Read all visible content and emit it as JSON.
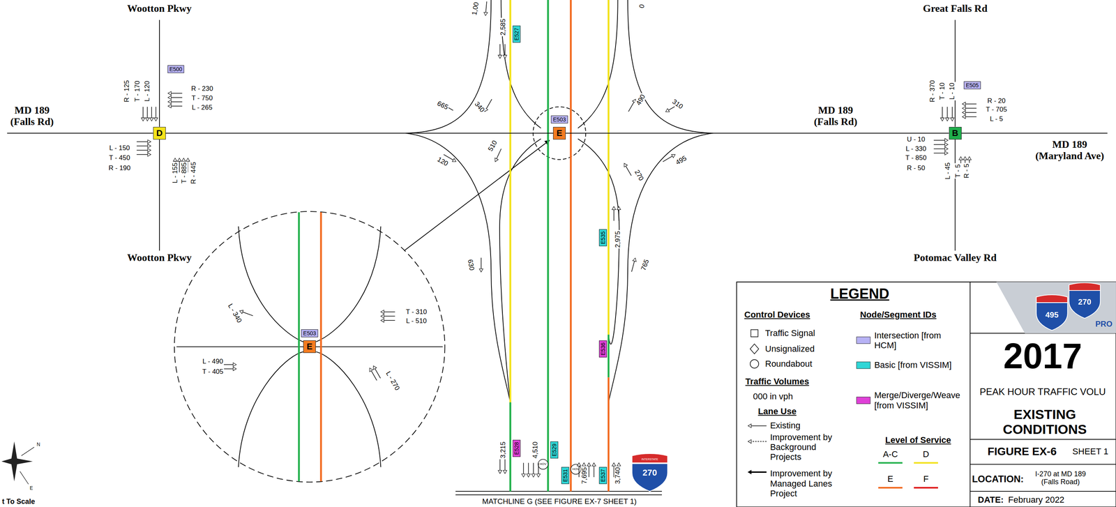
{
  "diagram": {
    "nodes": [
      {
        "text": [
          "D"
        ]
      },
      {
        "text": [
          "E500"
        ]
      },
      {
        "text": [
          "E"
        ]
      },
      {
        "text": [
          "E503"
        ]
      },
      {
        "text": [
          "B"
        ]
      },
      {
        "text": [
          "E505"
        ]
      },
      {
        "text": [
          "E527"
        ]
      },
      {
        "text": [
          "E535"
        ]
      },
      {
        "text": [
          "E536"
        ]
      },
      {
        "text": [
          "E528"
        ]
      },
      {
        "text": [
          "E529"
        ]
      },
      {
        "text": [
          "E531"
        ]
      },
      {
        "text": [
          "E537"
        ]
      },
      {
        "text": [
          "E"
        ]
      },
      {
        "text": [
          "E503"
        ]
      }
    ],
    "edges": [
      {
        "from": 0,
        "to": 2,
        "arrow": "none"
      },
      {
        "from": 2,
        "to": 4,
        "arrow": "none"
      }
    ],
    "labels": [
      "Wootton Pkwy",
      "MD 189 (Falls Rd)",
      "R - 125",
      "T - 170",
      "L - 120",
      "R - 230",
      "T - 750",
      "L - 265",
      "L - 150",
      "T - 450",
      "R - 190",
      "L - 155",
      "T - 885",
      "R - 445",
      "Wootton Pkwy",
      "1,00",
      "2,585",
      "0",
      "665",
      "340",
      "510",
      "120",
      "630",
      "490",
      "310",
      "270",
      "495",
      "2,975",
      "765",
      "3,215",
      "4,510",
      "HOV",
      "HOV",
      "7,695",
      "3,740",
      "L - 340",
      "T - 310",
      "L - 510",
      "L - 490",
      "T - 405",
      "L - 270",
      "Great Falls Rd",
      "MD 189 (Falls Rd)",
      "MD 189 (Maryland Ave)",
      "R - 370",
      "T - 10",
      "L - 10",
      "R - 20",
      "T - 705",
      "L - 5",
      "U - 10",
      "L - 330",
      "T - 850",
      "R - 50",
      "L - 45",
      "T - 5",
      "R - 5",
      "Potomac Valley Rd",
      "MATCHLINE G (SEE FIGURE EX-7 SHEET 1)",
      "t To Scale",
      "N",
      "E",
      "INTERSTATE",
      "270",
      "LEGEND",
      "Control Devices",
      "Node/Segment IDs",
      "Traffic Volumes",
      "Lane Use",
      "Level of Service",
      "495",
      "270",
      "PRO",
      "2017",
      "PEAK HOUR TRAFFIC VOLU",
      "EXISTING CONDITIONS",
      "FIGURE EX-6",
      "SHEET 1",
      "LOCATION:",
      "I-270 at MD 189 (Falls Road)",
      "DATE:",
      "February 2022"
    ],
    "legend": [
      {
        "text": "Traffic Signal"
      },
      {
        "text": "Unsignalized"
      },
      {
        "text": "Roundabout"
      },
      {
        "text": "000 in vph"
      },
      {
        "text": "Existing"
      },
      {
        "text": "Improvement by Background Projects"
      },
      {
        "text": "Improvement by Managed Lanes Project"
      },
      {
        "text": "Intersection [from HCM]",
        "color": "#b7b2f5"
      },
      {
        "text": "Basic [from VISSIM]",
        "color": "#2fd6d6"
      },
      {
        "text": "Merge/Diverge/Weave [from VISSIM]",
        "color": "#e040d8"
      },
      {
        "text": "A-C"
      },
      {
        "text": "D"
      },
      {
        "text": "E"
      },
      {
        "text": "F"
      }
    ]
  }
}
